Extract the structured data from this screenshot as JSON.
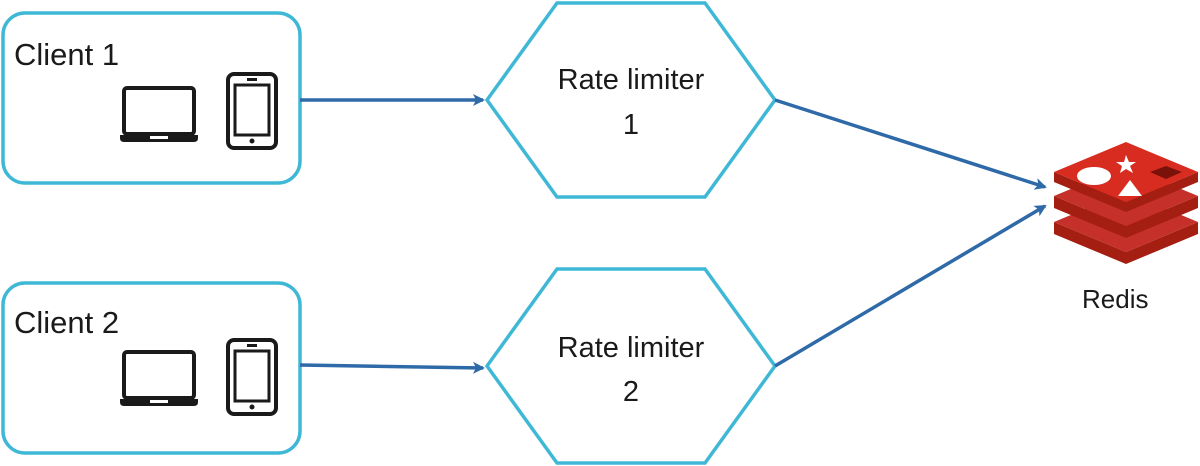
{
  "clients": [
    {
      "label": "Client 1",
      "devices": [
        "laptop-icon",
        "tablet-icon"
      ]
    },
    {
      "label": "Client 2",
      "devices": [
        "laptop-icon",
        "tablet-icon"
      ]
    }
  ],
  "rate_limiters": [
    {
      "label": "Rate limiter",
      "number": "1"
    },
    {
      "label": "Rate limiter",
      "number": "2"
    }
  ],
  "store": {
    "label": "Redis",
    "icon": "redis-logo-icon"
  },
  "colors": {
    "box_border": "#3fb8d6",
    "arrow": "#2f6aa8",
    "device": "#1a1a1a",
    "redis_red": "#c6302b",
    "redis_dark": "#a41e11"
  }
}
